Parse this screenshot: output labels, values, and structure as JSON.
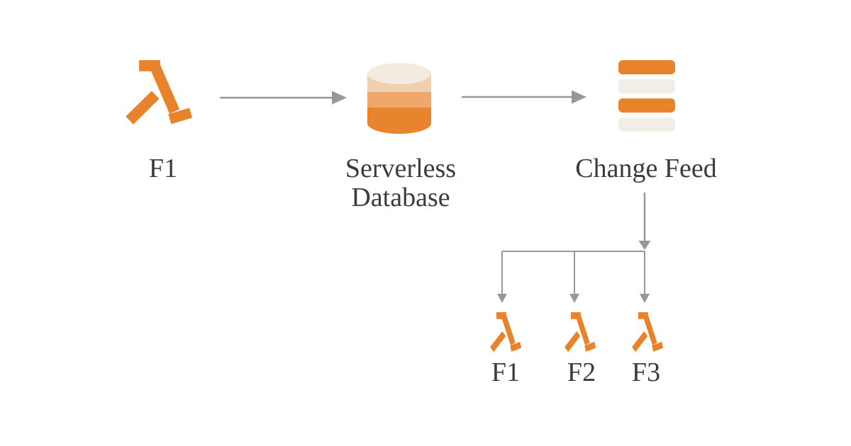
{
  "diagram": {
    "flow": {
      "source": {
        "label": "F1",
        "icon": "lambda-icon"
      },
      "database": {
        "label_lines": [
          "Serverless",
          "Database"
        ],
        "icon": "database-cylinder-icon"
      },
      "change_feed": {
        "label": "Change Feed",
        "icon": "change-feed-stack-icon"
      },
      "consumers": [
        {
          "label": "F1",
          "icon": "lambda-icon"
        },
        {
          "label": "F2",
          "icon": "lambda-icon"
        },
        {
          "label": "F3",
          "icon": "lambda-icon"
        }
      ]
    },
    "colors": {
      "background": "#FFFFFF",
      "lambda_orange": "#E8832C",
      "bar_orange": "#E8822B",
      "bar_beige": "#F2EEE7",
      "cylinder_top": "#F3EBE0",
      "cylinder_band_light": "#EFCFAD",
      "cylinder_band_mid": "#F0A76B",
      "cylinder_band_dark": "#E8842D",
      "arrow_gray": "#979797",
      "text": "#3B3B3B"
    }
  }
}
